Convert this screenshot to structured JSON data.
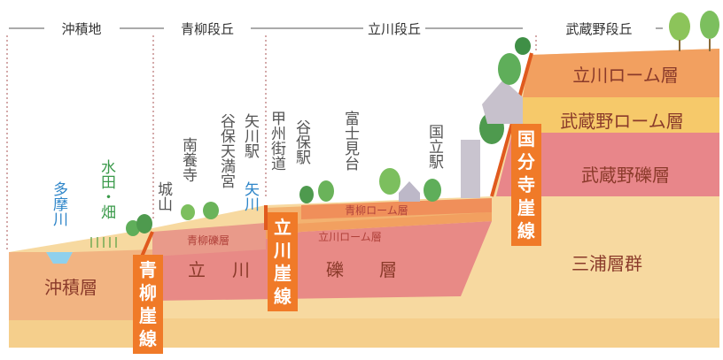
{
  "zones": [
    "沖積地",
    "青柳段丘",
    "立川段丘",
    "武蔵野段丘"
  ],
  "places": {
    "tama": "多摩川",
    "suiden": "水田・畑",
    "jouzan": "城山",
    "nanyouji": "南養寺",
    "yaho_tenman": "谷保天満宮",
    "yagawa": "矢川駅",
    "yagawa_river": "矢川",
    "koshu": "甲州街道",
    "yaho_st": "谷保駅",
    "fujimidai": "富士見台",
    "kunitachi": "国立駅"
  },
  "strata": {
    "chuseki": "沖積層",
    "aoyagi_gravel": "青柳礫層",
    "tachikawa_gravel": [
      "立",
      "川",
      "礫",
      "層"
    ],
    "aoyagi_loam": "青柳ローム層",
    "tachikawa_loam1": "立川ローム層",
    "tachikawa_loam2": "立川ローム層",
    "musashino_loam": "武蔵野ローム層",
    "musashino_gravel": "武蔵野礫層",
    "miura": "三浦層群"
  },
  "cliffs": {
    "aoyagi": [
      "青",
      "柳",
      "崖",
      "線"
    ],
    "tachikawa": [
      "立",
      "川",
      "崖",
      "線"
    ],
    "kokubunji": [
      "国",
      "分",
      "寺",
      "崖",
      "線"
    ]
  },
  "colors": {
    "cliff_box": "#f07a28",
    "miura": "#f7d9a0",
    "gravel": "#e88a86",
    "loam": "#f2a060",
    "loam_light": "#f6c96a",
    "chuseki": "#f2b482"
  }
}
